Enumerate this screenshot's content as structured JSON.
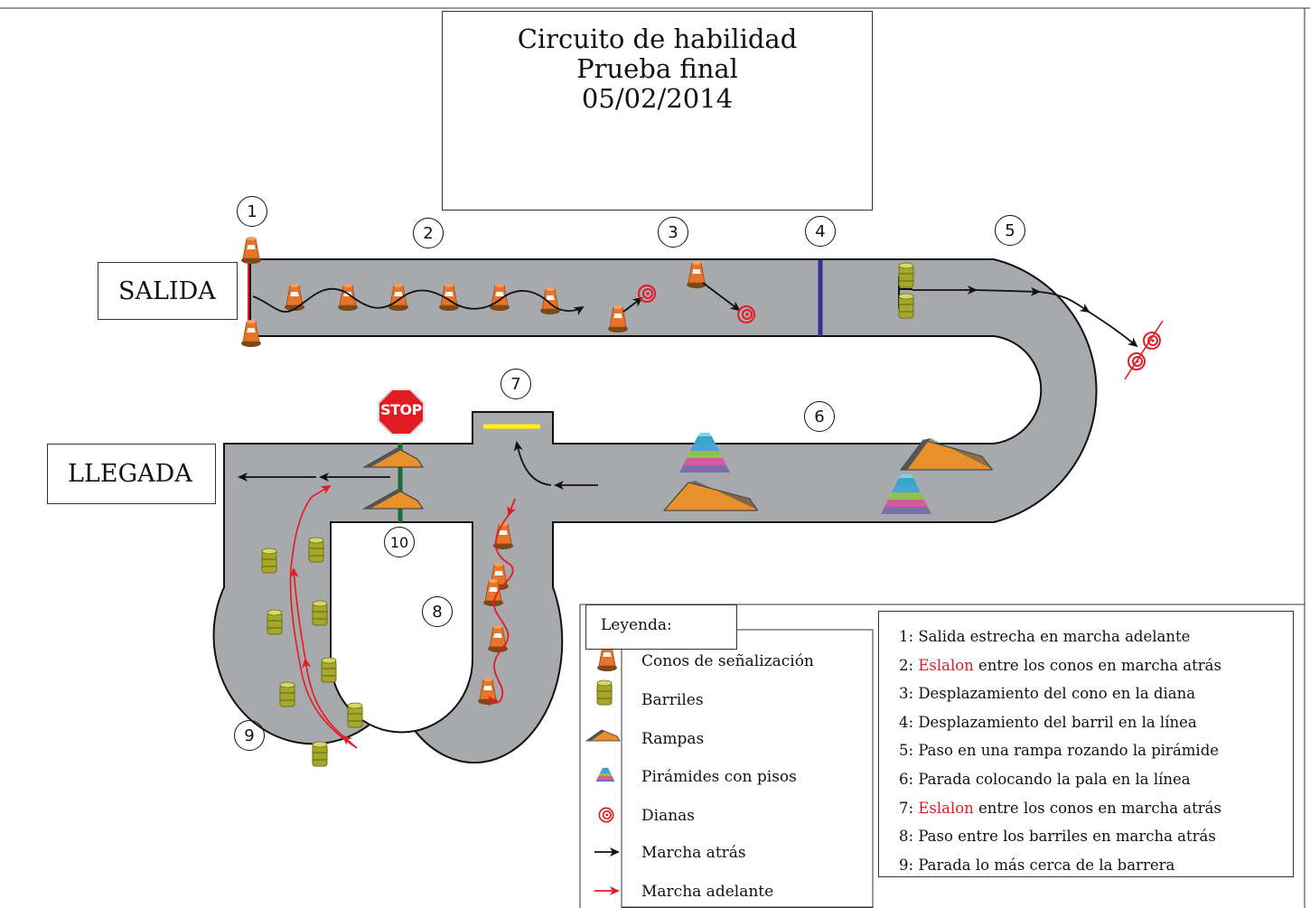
{
  "title": {
    "line1": "Circuito de habilidad",
    "line2": "Prueba final",
    "line3": "05/02/2014"
  },
  "start_label": "SALIDA",
  "finish_label": "LLEGADA",
  "stop_sign": "STOP",
  "station_numbers": [
    "1",
    "2",
    "3",
    "4",
    "5",
    "6",
    "7",
    "8",
    "9",
    "10"
  ],
  "legend": {
    "title": "Leyenda:",
    "items": [
      {
        "icon": "cone-icon",
        "label": "Conos de señalización"
      },
      {
        "icon": "barrel-icon",
        "label": "Barriles"
      },
      {
        "icon": "ramp-icon",
        "label": "Rampas"
      },
      {
        "icon": "pyramid-icon",
        "label": "Pirámides con pisos"
      },
      {
        "icon": "target-icon",
        "label": "Dianas"
      },
      {
        "icon": "black-arrow-icon",
        "label": "Marcha atrás"
      },
      {
        "icon": "red-arrow-icon",
        "label": "Marcha adelante"
      }
    ]
  },
  "steps": [
    {
      "prefix": "1: ",
      "highlight": "",
      "text": "Salida estrecha en marcha adelante"
    },
    {
      "prefix": "2: ",
      "highlight": "Eslalon",
      "text": " entre los conos en marcha atrás"
    },
    {
      "prefix": "3: ",
      "highlight": "",
      "text": "Desplazamiento del cono en la diana"
    },
    {
      "prefix": "4: ",
      "highlight": "",
      "text": "Desplazamiento del barril en la línea"
    },
    {
      "prefix": "5: ",
      "highlight": "",
      "text": "Paso en una rampa rozando la pirámide"
    },
    {
      "prefix": "6: ",
      "highlight": "",
      "text": "Parada colocando la pala en la línea"
    },
    {
      "prefix": "7: ",
      "highlight": "Eslalon",
      "text": " entre los conos en marcha atrás"
    },
    {
      "prefix": "8: ",
      "highlight": "",
      "text": "Paso entre los barriles en marcha atrás"
    },
    {
      "prefix": "9: ",
      "highlight": "",
      "text": "Parada lo más cerca de la barrera"
    }
  ],
  "colors": {
    "track": "#a7a9ac",
    "accent_red": "#e31b23",
    "line_blue": "#2e3192",
    "line_green": "#1a6b35",
    "line_yellow": "#fff200",
    "cone_orange": "#e8742a",
    "barrel_olive": "#a6a82a",
    "ramp_orange": "#e8902b"
  }
}
